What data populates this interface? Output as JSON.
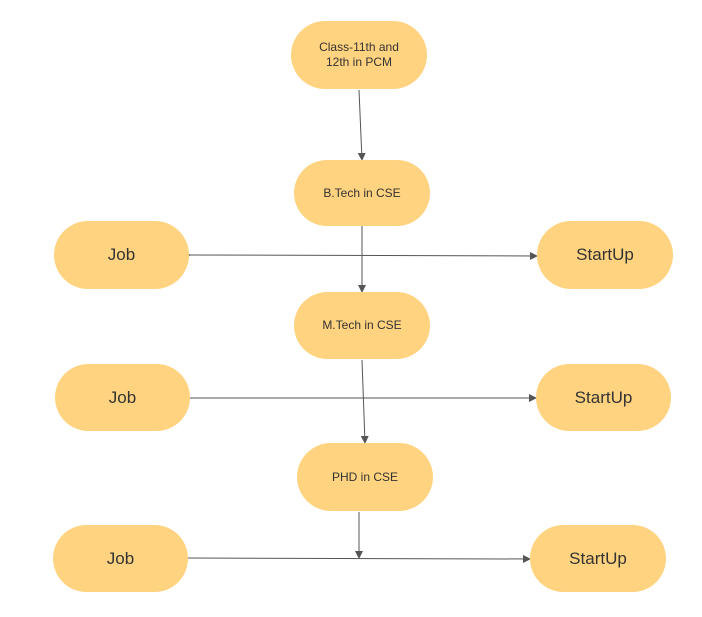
{
  "diagram": {
    "nodes": {
      "class": "Class-11th and\n12th in PCM",
      "btech": "B.Tech in CSE",
      "mtech": "M.Tech in CSE",
      "phd": "PHD in  CSE",
      "job1": "Job",
      "startup1": "StartUp",
      "job2": "Job",
      "startup2": "StartUp",
      "job3": "Job",
      "startup3": "StartUp"
    },
    "colors": {
      "node_fill": "#FFD37F",
      "edge": "#555555",
      "text": "#333333"
    }
  }
}
